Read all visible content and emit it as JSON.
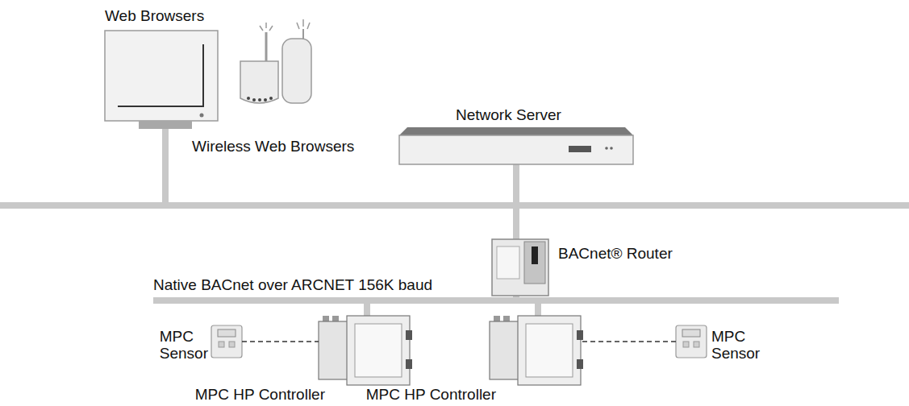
{
  "diagram": {
    "nodes": [
      {
        "text": [
          "Web Browsers"
        ]
      },
      {
        "text": [
          "Wireless Web Browsers"
        ]
      },
      {
        "text": [
          "Network Server"
        ]
      },
      {
        "text": [
          "BACnet® Router"
        ]
      },
      {
        "text": [
          "MPC Sensor"
        ]
      },
      {
        "text": [
          "MPC HP Controller"
        ]
      },
      {
        "text": [
          "MPC HP Controller"
        ]
      },
      {
        "text": [
          "MPC Sensor"
        ]
      }
    ],
    "edges": [
      {
        "from": 4,
        "to": 5,
        "arrow": "none"
      },
      {
        "from": 7,
        "to": 6,
        "arrow": "none"
      }
    ],
    "labels": [
      "Native BACnet over ARCNET 156K baud"
    ]
  }
}
